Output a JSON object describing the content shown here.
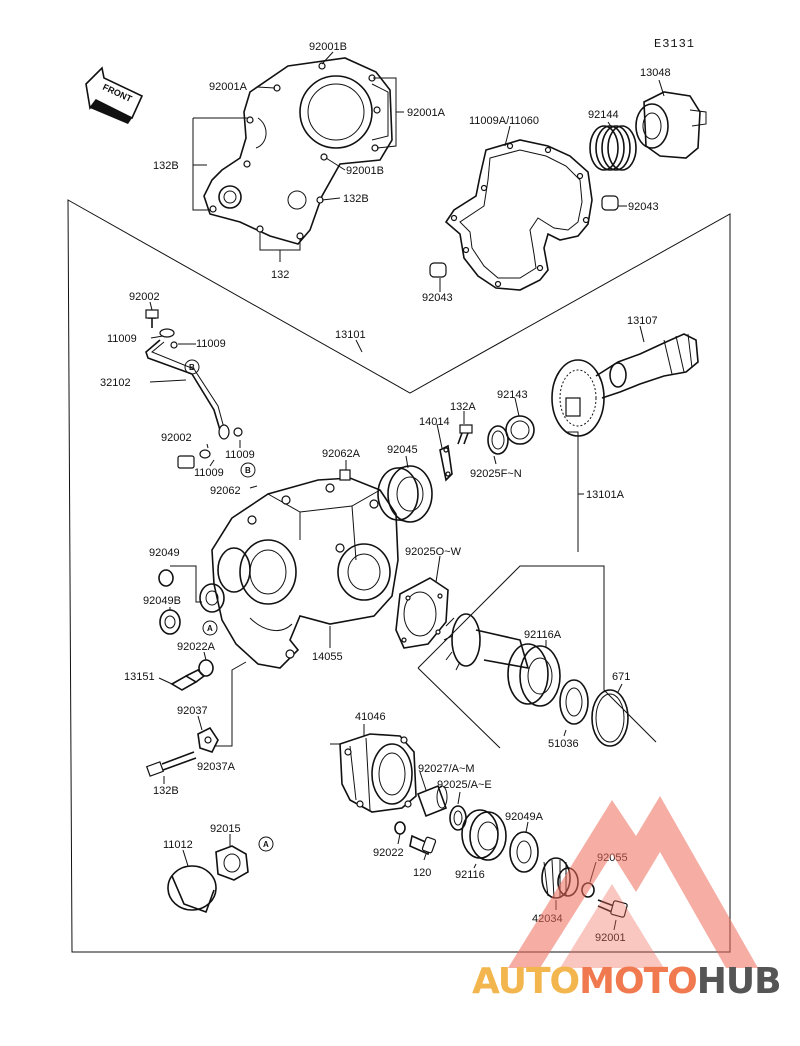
{
  "diagram_code": "E3131",
  "front_label": "FRONT",
  "labels": {
    "p92001B_top": "92001B",
    "p92001A_left": "92001A",
    "p92001A_right": "92001A",
    "p132B_left": "132B",
    "p92001B_low": "92001B",
    "p132B_right": "132B",
    "p132": "132",
    "p11009A": "11009A/11060",
    "p13048": "13048",
    "p92144": "92144",
    "p92043_right": "92043",
    "p92043_left": "92043",
    "p92002_top": "92002",
    "p11009_a": "11009",
    "p11009_b": "11009",
    "p32102": "32102",
    "p13101": "13101",
    "p13107": "13107",
    "p92143": "92143",
    "p132A": "132A",
    "p14014": "14014",
    "p92002_mid": "92002",
    "p11009_c": "11009",
    "p11009_d": "11009",
    "p92062A": "92062A",
    "p92045": "92045",
    "p92025FN": "92025F~N",
    "p92062": "92062",
    "p13101A": "13101A",
    "p92049": "92049",
    "p92025OW": "92025O~W",
    "p92049B": "92049B",
    "p92022A": "92022A",
    "p14055": "14055",
    "p92116A": "92116A",
    "p13151": "13151",
    "p671": "671",
    "p92037": "92037",
    "p92037A": "92037A",
    "p51036": "51036",
    "p41046": "41046",
    "p92027": "92027/A~M",
    "p92025AE": "92025/A~E",
    "p132B_low": "132B",
    "p92049A": "92049A",
    "p92015": "92015",
    "p11012": "11012",
    "p92022": "92022",
    "p120": "120",
    "p92116": "92116",
    "p92055": "92055",
    "p42034": "42034",
    "p92001": "92001"
  },
  "refs": {
    "b1": "B",
    "b2": "B",
    "a1": "A",
    "a2": "A"
  },
  "watermark": {
    "part1": "AUTO",
    "part2": "MOTO",
    "part3": "HUB",
    "color_auto": "#f3b64e",
    "color_moto": "#f0794f",
    "color_hub": "#555555"
  }
}
